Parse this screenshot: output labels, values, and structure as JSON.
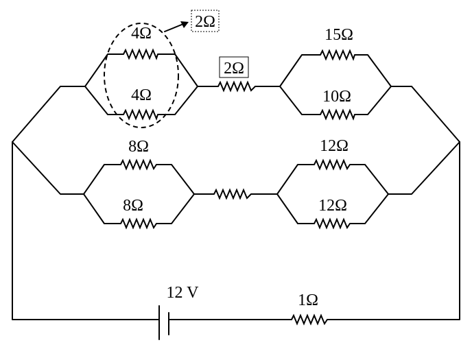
{
  "labels": {
    "r_4a": "4Ω",
    "r_4b": "4Ω",
    "equivalent_note": "2Ω",
    "r_2_top": "2Ω",
    "r_15": "15Ω",
    "r_10": "10Ω",
    "r_8a": "8Ω",
    "r_8b": "8Ω",
    "r_12a": "12Ω",
    "r_12b": "12Ω",
    "battery": "12 V",
    "r_1": "1Ω"
  }
}
